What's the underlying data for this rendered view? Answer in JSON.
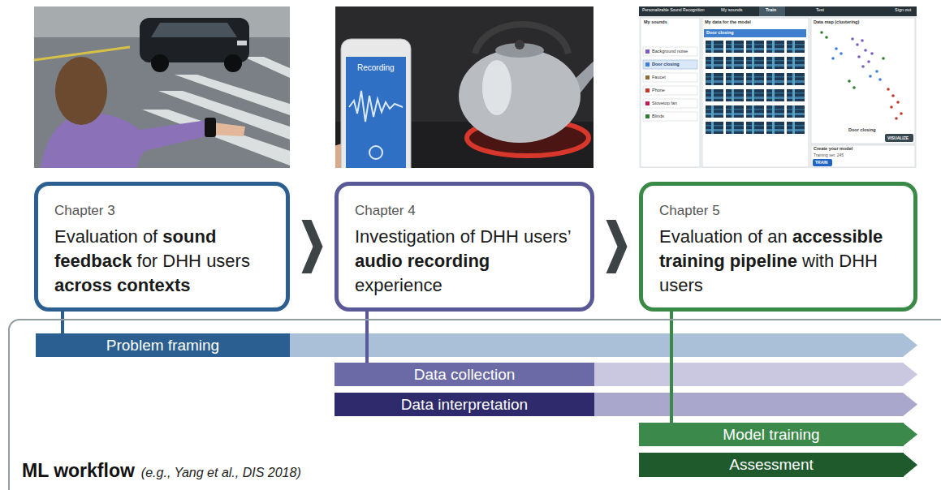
{
  "diagram": {
    "nodes": [
      {
        "text": [
          "Chapter 3",
          "Evaluation of sound feedback for DHH users across contexts"
        ]
      },
      {
        "text": [
          "Chapter 4",
          "Investigation of DHH users’ audio recording experience"
        ]
      },
      {
        "text": [
          "Chapter 5",
          "Evaluation of an accessible training pipeline with DHH users"
        ]
      },
      {
        "text": [
          "ML workflow",
          "(e.g., Yang et al., DIS 2018)"
        ]
      },
      {
        "text": [
          "Problem framing"
        ],
        "in": 3
      },
      {
        "text": [
          "Data collection"
        ],
        "in": 3
      },
      {
        "text": [
          "Data interpretation"
        ],
        "in": 3
      },
      {
        "text": [
          "Model training"
        ],
        "in": 3
      },
      {
        "text": [
          "Assessment"
        ],
        "in": 3
      }
    ],
    "edges": [
      {
        "from": 0,
        "to": 1,
        "arrow": "to"
      },
      {
        "from": 1,
        "to": 2,
        "arrow": "to"
      },
      {
        "from": 0,
        "to": 4,
        "arrow": "none"
      },
      {
        "from": 1,
        "to": 5,
        "arrow": "none"
      },
      {
        "from": 2,
        "to": 7,
        "arrow": "none"
      }
    ],
    "labels": [
      "Personalizable Sound Recognition",
      "My sounds",
      "Train",
      "Test",
      "Sign out",
      "My sounds",
      "Background noise",
      "Door closing",
      "Faucet",
      "Phone",
      "Stovetop fan",
      "Blinds",
      "My data for the model",
      "Door closing",
      "Data map (clustering)",
      "Door closing",
      "VISUALIZE",
      "Create your model",
      "Training set: 245",
      "TRAIN",
      "Recording"
    ]
  }
}
